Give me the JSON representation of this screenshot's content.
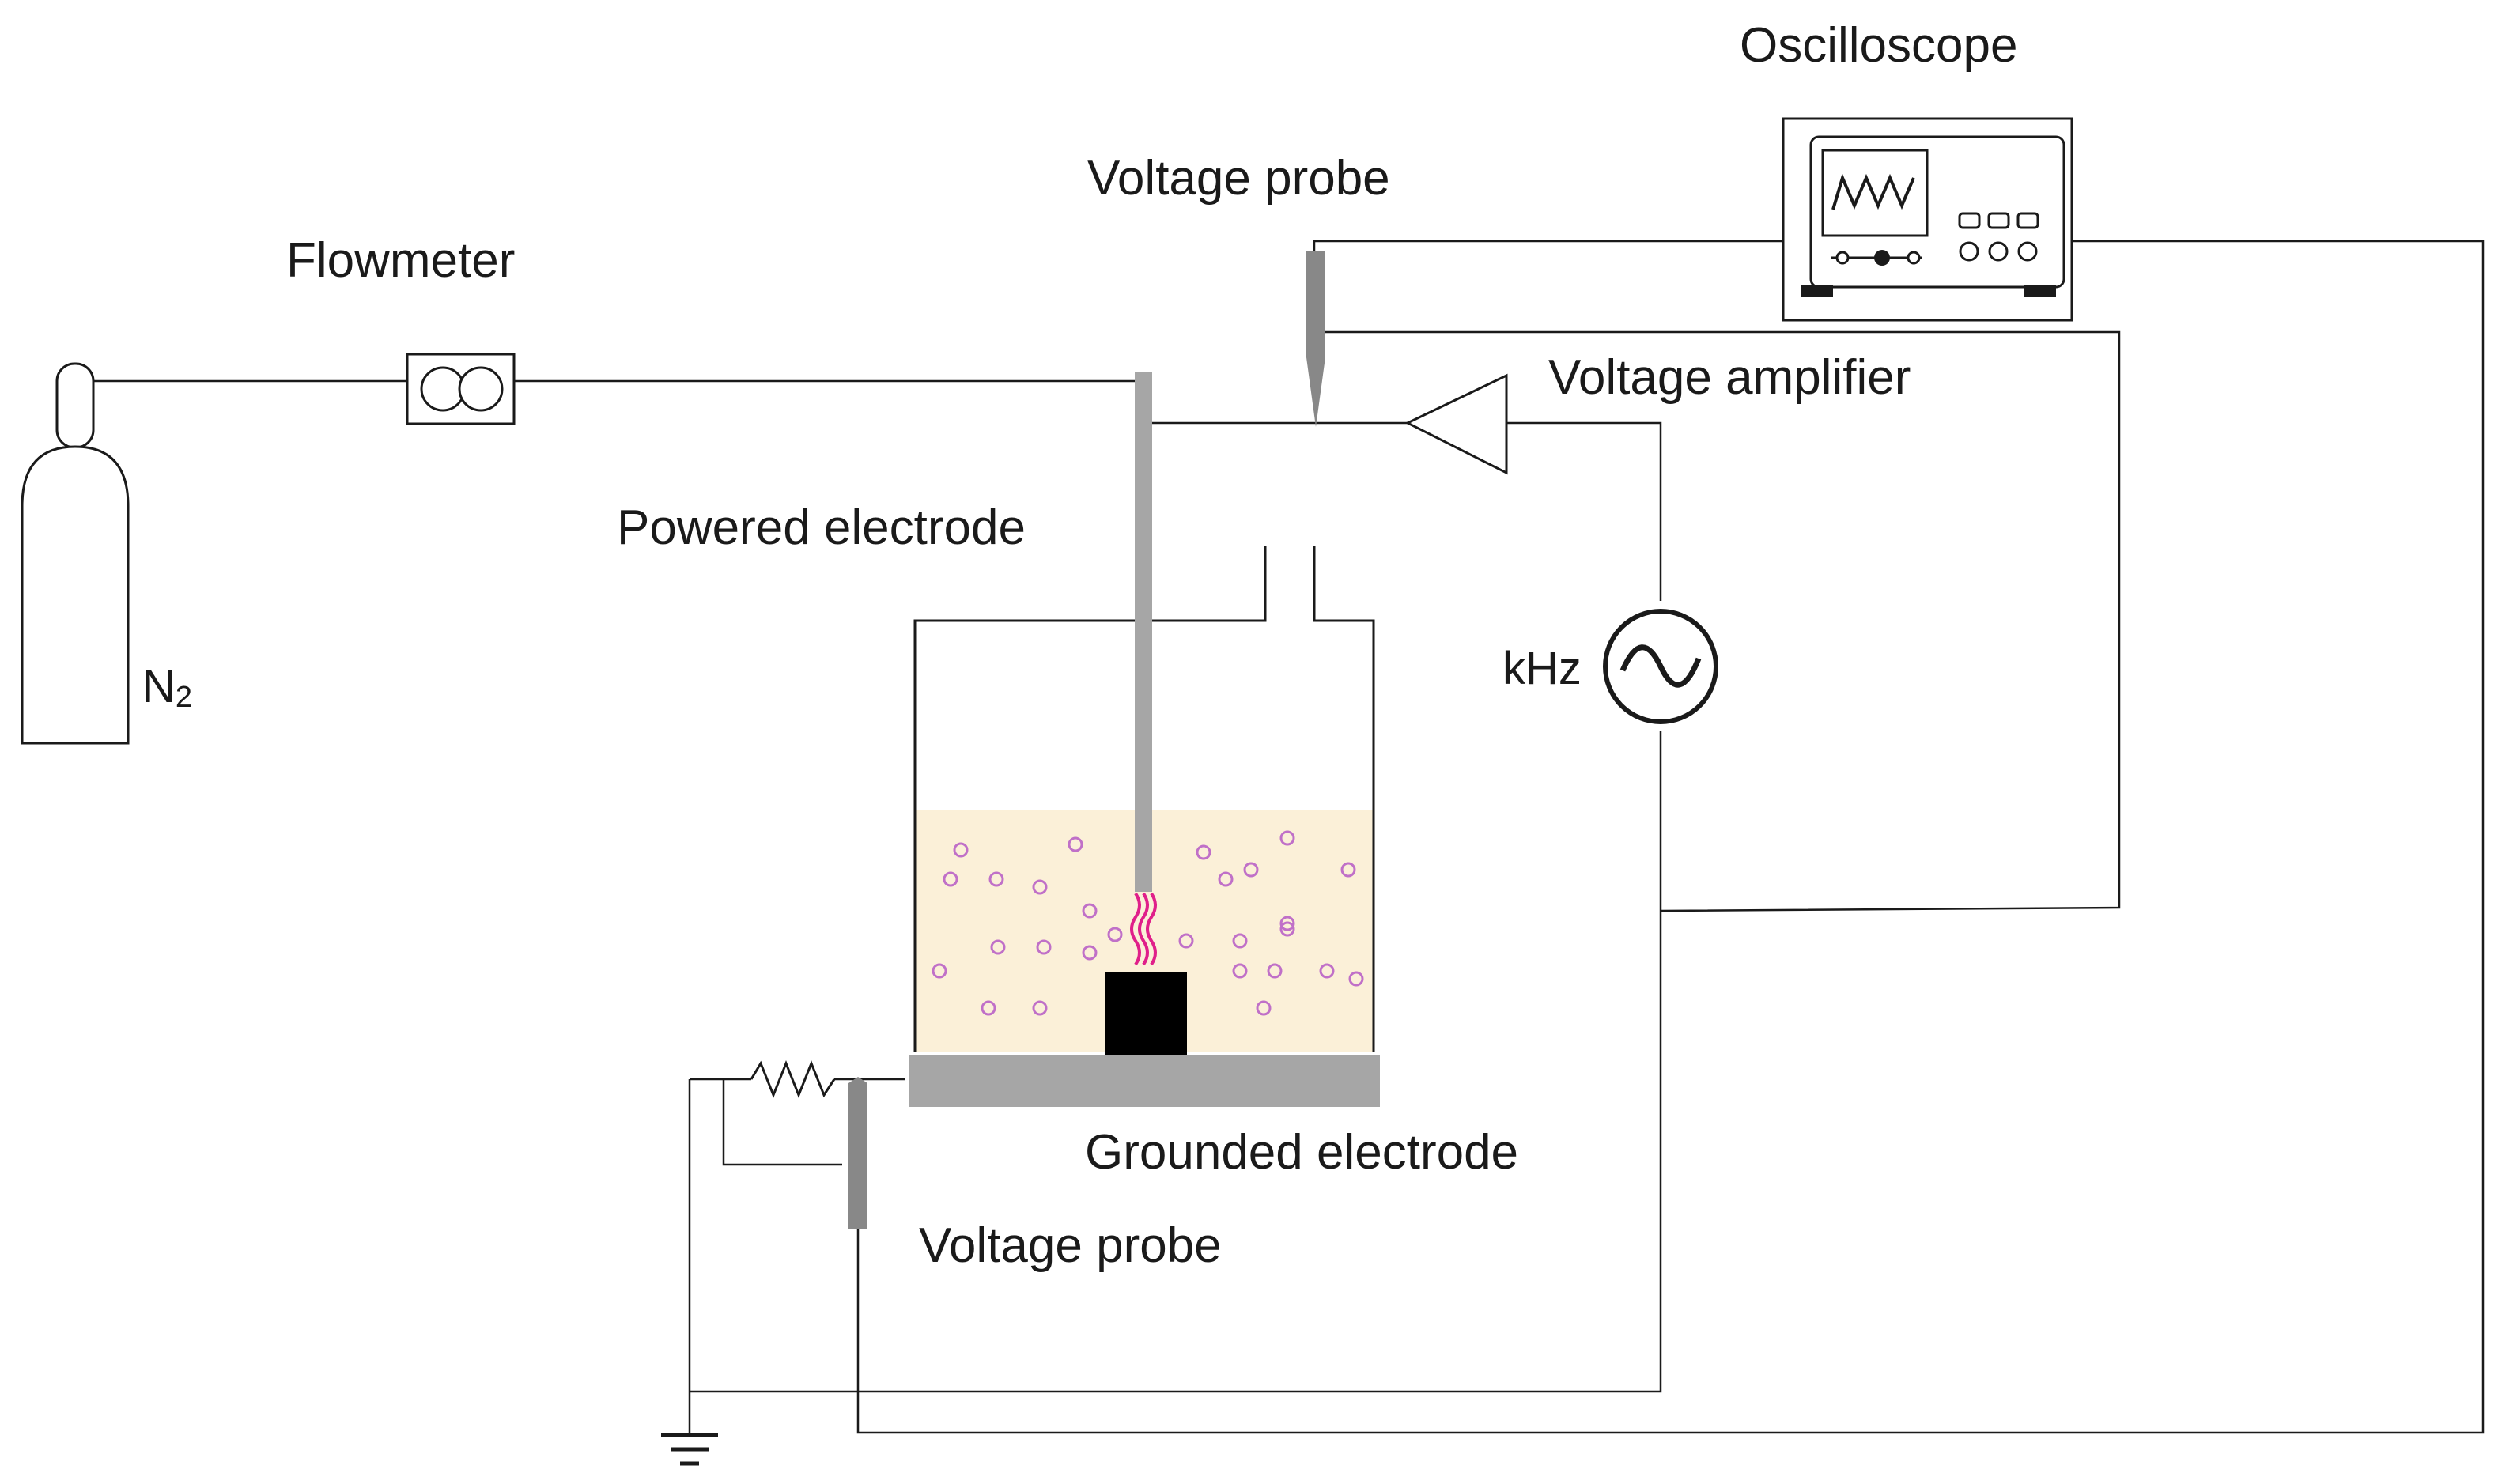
{
  "labels": {
    "oscilloscope": "Oscilloscope",
    "voltage_probe_top": "Voltage probe",
    "flowmeter": "Flowmeter",
    "voltage_amplifier": "Voltage amplifier",
    "powered_electrode": "Powered electrode",
    "gas": "N",
    "gas_subscript": "2",
    "frequency": "kHz",
    "grounded_electrode": "Grounded electrode",
    "voltage_probe_bottom": "Voltage probe"
  },
  "colors": {
    "line": "#1a1a1a",
    "electrode": "#a6a6a6",
    "liquid": "#fbf0d8",
    "bubble": "#c070c8",
    "discharge": "#e0208a",
    "sample": "#000000",
    "background": "#ffffff"
  },
  "icons": {
    "cylinder": "gas-cylinder-icon",
    "flowmeter": "flowmeter-icon",
    "amplifier": "amplifier-triangle-icon",
    "ac_source": "ac-source-icon",
    "resistor": "resistor-icon",
    "ground": "ground-symbol-icon",
    "oscilloscope": "oscilloscope-icon"
  }
}
